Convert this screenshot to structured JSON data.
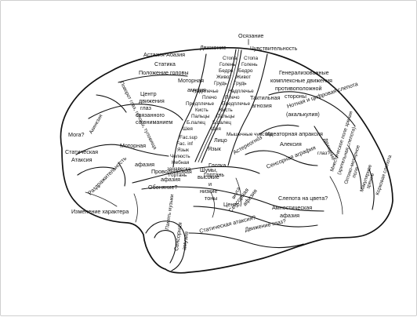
{
  "labels": {
    "oschuzanie": "Осязание",
    "dvizhenie_top": "Движение",
    "chuvstvitelnost": "Чувствительность",
    "astaziya": "Астазия-Абазия",
    "statika": "Статика",
    "polozhenie_golovy": "Положение головы",
    "povorot": "Поворот глаз, головы, туловища",
    "stopa_l": "Стопа",
    "golen_l": "Голень",
    "bedro_l": "Бедро",
    "zhivot_l": "Живот",
    "grud_l": "Грудь",
    "stopa_r": "Стопа",
    "golen_r": "Голень",
    "bedro_r": "Бедро",
    "zhivot_r": "Живот",
    "grud_r": "Грудь",
    "general": "Генерализованные",
    "komplex": "комплексные движения",
    "protivo": "противоположной",
    "storony": "стороны",
    "motornaya_top": "Моторная",
    "amuziya": "амузия",
    "nadpleche_l": "Надплечье",
    "pleche_l": "Плечо",
    "predpl_l": "Предплечье",
    "kist_l": "Кисть",
    "paltsy_l": "Пальцы",
    "bpalets_l": "Б.палец",
    "sheya_l": "Шея",
    "nadpleche_r": "Надплечье",
    "pleche_r": "Плечо",
    "predpl_r": "Предплечье",
    "kist_r": "Кисть",
    "paltsy_r": "Пальцы",
    "bpalets_r": "Б.палец",
    "sheya_r": "Шея",
    "taktil": "Тактильная",
    "agnoziya": "агнозия",
    "centr": "Центр",
    "dvizheniya": "движения",
    "glaz": "глаз",
    "svyazannogo": "связанного",
    "so_vnimaniem": "со вниманием",
    "notnaya": "Нотная и цифровая слепота",
    "akalkuliya": "(акалькулия)",
    "mogia": "Мога?",
    "akineziya": "Акинезия",
    "staticheskaya": "Статическая",
    "ataksiya": "Атаксия",
    "fac_sup": "Fac.sup",
    "fac_inf": "Fac. inf",
    "yazyk_l": "Язык",
    "chelyust": "Челюсть",
    "nebnaya": "Небная",
    "zanaveska": "занавеска",
    "gortan_l": "Гортань",
    "litso": "Лицо",
    "yazyk_r": "Язык",
    "glotka": "Глотка",
    "gortan_r": "Гортань",
    "myshechnye": "Мышечные чувства",
    "astereognoz": "Астереогноз",
    "ideatornaya": "Идеаторная апраксия",
    "aleksiya": "Алексия",
    "motornaya_mid": "Моторная",
    "afaziya_mid": "афазия",
    "dvizhenie_glaz": "Движение",
    "glaz_q": "глаз?",
    "mnest": "Мнестическое поле зрения",
    "zritelnoe": "(зрительная слепота)",
    "optiko": "Оптико-моторное",
    "pole": "поле",
    "makulyarnoe": "Макулярное",
    "zrenie": "зрение",
    "korkovaya": "Корковая слепота",
    "razdrazh": "Раздражительность",
    "provodnikovaya": "Проводниковая",
    "afaziya2": "афазия",
    "obonyanie": "Обоняние?",
    "shumy": "Шумы,",
    "vysokie": "высокие",
    "i": "и",
    "nizkie": "низкие",
    "tony": "тоны",
    "centr2": "Центр",
    "vkusa": "вкуса",
    "sensornaya_ag": "Сенсорная аграфия",
    "sensornaya_af": "Сенсорная",
    "afaziya3": "афазия",
    "slepota_cveta": "Слепота на цвета?",
    "amnest": "Амнестическая",
    "afaziya4": "афазия",
    "stat_ataks": "Статическая атаксия?",
    "dvizh_glaz2": "Движение глаз?",
    "izmenenie": "Изменение характера",
    "sensornaya_amuz": "Сенсорная",
    "amuziya2": "амузия",
    "pamyat": "Память музыки"
  }
}
